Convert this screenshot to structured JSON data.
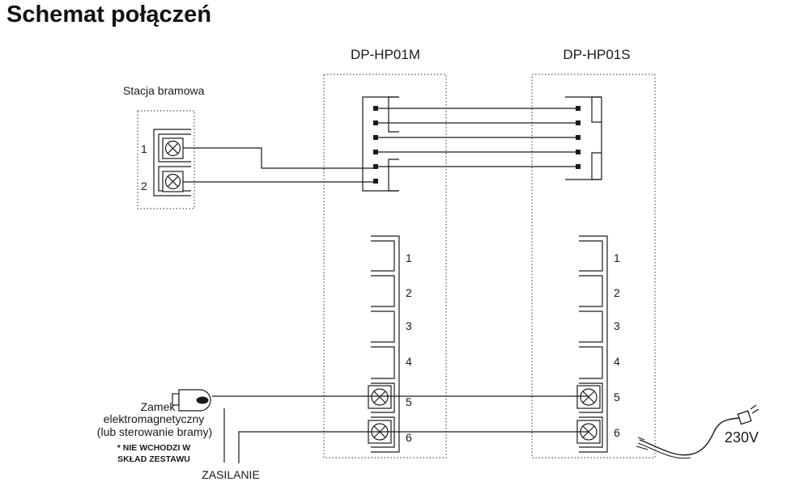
{
  "title": "Schemat połączeń",
  "gate_station": {
    "label": "Stacja bramowa",
    "terminals": [
      "1",
      "2"
    ]
  },
  "monitors": [
    {
      "id": "master",
      "label": "DP-HP01M",
      "terminals": [
        "1",
        "2",
        "3",
        "4",
        "5",
        "6"
      ]
    },
    {
      "id": "slave",
      "label": "DP-HP01S",
      "terminals": [
        "1",
        "2",
        "3",
        "4",
        "5",
        "6"
      ]
    }
  ],
  "lock": {
    "label_line1": "Zamek",
    "label_line2": "elektromagnetyczny",
    "label_line3": "(lub sterowanie bramy)",
    "note_line1": "* NIE WCHODZI W",
    "note_line2": "SKŁAD ZESTAWU"
  },
  "power": {
    "label": "ZASILANIE",
    "voltage": "230V"
  },
  "colors": {
    "line": "#1a1a1a",
    "dotted": "#555555",
    "background": "#ffffff"
  }
}
